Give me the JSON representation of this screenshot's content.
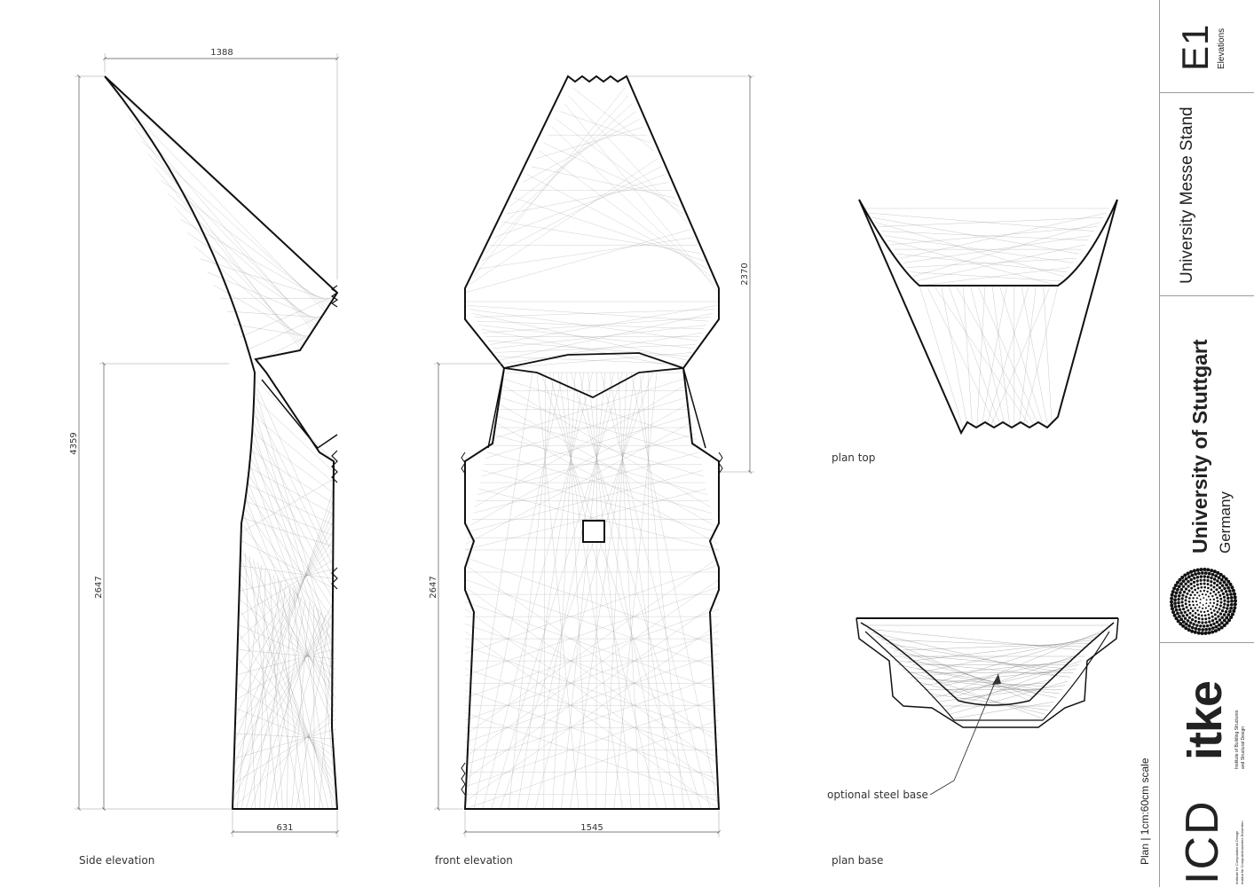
{
  "dimensions": {
    "side_width_top": "1388",
    "side_height_total": "4359",
    "side_height_lower": "2647",
    "side_width_base": "631",
    "front_height_upper": "2370",
    "front_height_lower": "2647",
    "front_width_base": "1545"
  },
  "captions": {
    "side_elevation": "Side elevation",
    "front_elevation": "front elevation",
    "plan_top": "plan top",
    "plan_base": "plan base",
    "steel_base_note": "optional steel base"
  },
  "title_block": {
    "sheet_code": "E1",
    "sheet_name": "Elevations",
    "project": "University Messe Stand",
    "university": "University of Stuttgart",
    "country": "Germany",
    "itke_logo": "itke",
    "itke_desc_1": "Institute of Building Structures",
    "itke_desc_2": "and Structural Design",
    "scale": "Plan | 1cm:60cm scale",
    "icd_logo": "ICD",
    "icd_desc_1": "Institute for Computational Design",
    "icd_desc_2": "Institut für Computerbasiertes Entwerfen"
  },
  "colors": {
    "line": "#111111",
    "fibre": "#8a8a8a",
    "dim": "#555555",
    "rule": "#9a9a9a"
  }
}
